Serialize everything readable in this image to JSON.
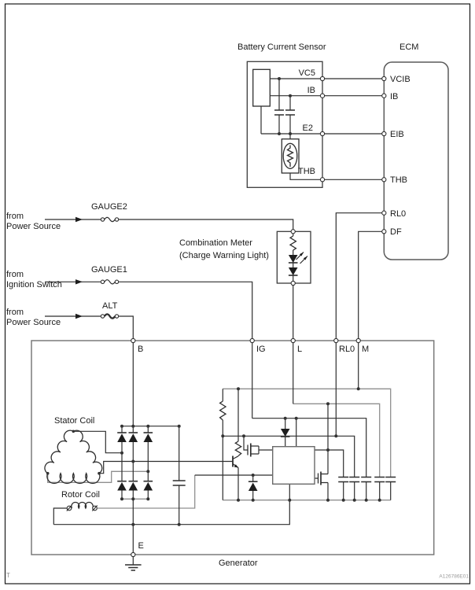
{
  "colors": {
    "wire": "#2e2e2e",
    "wire_light": "#8f8f8f",
    "box_gray": "#7a7a7a",
    "text": "#1a1a1a"
  },
  "top": {
    "bcs_title": "Battery Current Sensor",
    "ecm_title": "ECM",
    "bcs_pins": {
      "vc5": "VC5",
      "ib": "IB",
      "e2": "E2",
      "thb": "THB"
    },
    "ecm_pins": {
      "vcib": "VCIB",
      "ib": "IB",
      "eib": "EIB",
      "thb": "THB",
      "rl0": "RL0",
      "df": "DF"
    }
  },
  "feeds": [
    {
      "from": "from",
      "source": "Power Source",
      "fuse": "GAUGE2"
    },
    {
      "from": "from",
      "source": "Ignition Switch",
      "fuse": "GAUGE1"
    },
    {
      "from": "from",
      "source": "Power Source",
      "fuse": "ALT"
    }
  ],
  "meter": {
    "line1": "Combination Meter",
    "line2": "(Charge Warning Light)"
  },
  "generator": {
    "label": "Generator",
    "stator": "Stator Coil",
    "rotor": "Rotor Coil",
    "terminals": {
      "b": "B",
      "ig": "IG",
      "l": "L",
      "rl0": "RL0",
      "m": "M",
      "e": "E"
    }
  },
  "footer": {
    "marker": "T",
    "code": "A126786E01"
  }
}
